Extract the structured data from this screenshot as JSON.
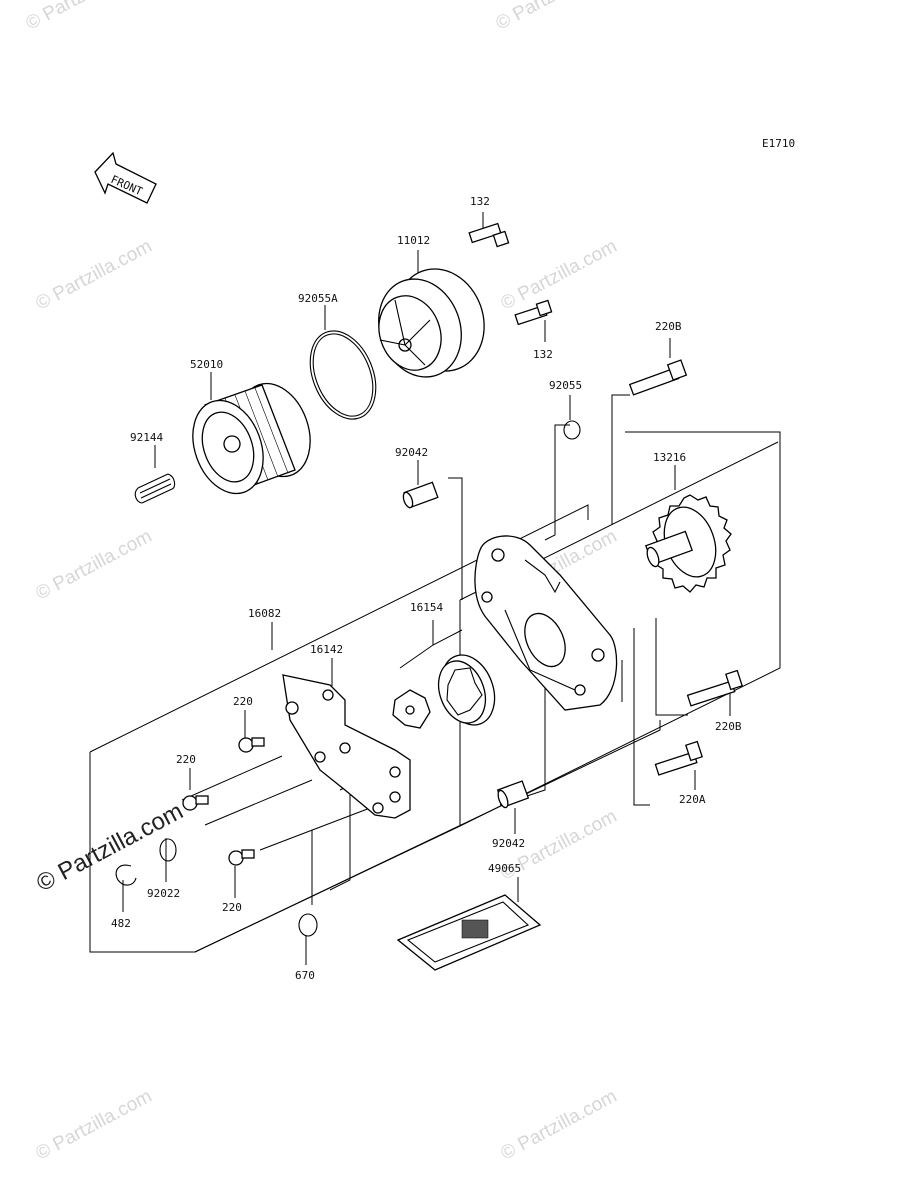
{
  "diagram_code": "E1710",
  "front_label": "FRONT",
  "watermark": "© Partzilla.com",
  "part_labels": {
    "p132a": "132",
    "p11012": "11012",
    "p92055a": "92055A",
    "p132b": "132",
    "p220b_top": "220B",
    "p52010": "52010",
    "p92055": "92055",
    "p92144": "92144",
    "p92042_top": "92042",
    "p13216": "13216",
    "p16082": "16082",
    "p16154": "16154",
    "p16142": "16142",
    "p220_a": "220",
    "p220_b": "220",
    "p220b_mid": "220B",
    "p220a": "220A",
    "p92042_bot": "92042",
    "p49065": "49065",
    "p92022": "92022",
    "p220_c": "220",
    "p482": "482",
    "p670": "670"
  }
}
